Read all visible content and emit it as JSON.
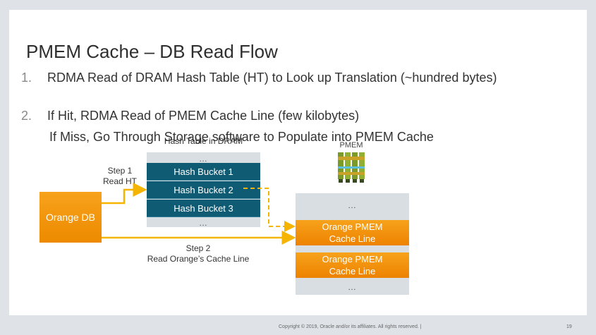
{
  "title": "PMEM Cache – DB Read Flow",
  "bullets": [
    {
      "num": "1.",
      "text": "RDMA Read of DRAM Hash Table (HT) to Look up Translation (~hundred bytes)"
    },
    {
      "num": "2.",
      "text": "If Hit, RDMA Read of PMEM Cache Line (few kilobytes)"
    }
  ],
  "sub_bullet": "If Miss, Go Through Storage software to Populate into PMEM Cache",
  "diagram": {
    "hash_table_title": "Hash Table in DRAM",
    "ellipsis": "…",
    "buckets": [
      "Hash Bucket 1",
      "Hash Bucket 2",
      "Hash Bucket 3"
    ],
    "orange_db": "Orange DB",
    "step1": [
      "Step 1",
      "Read HT"
    ],
    "step2": [
      "Step 2",
      "Read Orange’s Cache Line"
    ],
    "pmem_title": "PMEM",
    "cache_lines": [
      [
        "Orange PMEM",
        "Cache Line"
      ],
      [
        "Orange PMEM",
        "Cache Line"
      ]
    ]
  },
  "colors": {
    "bucket": "#0f5b73",
    "orange": "#f39c12",
    "arrow": "#f5b400",
    "panel": "#d9dee3"
  },
  "footer": "Copyright © 2019, Oracle and/or its affiliates. All rights reserved.  |",
  "page_number": "19"
}
